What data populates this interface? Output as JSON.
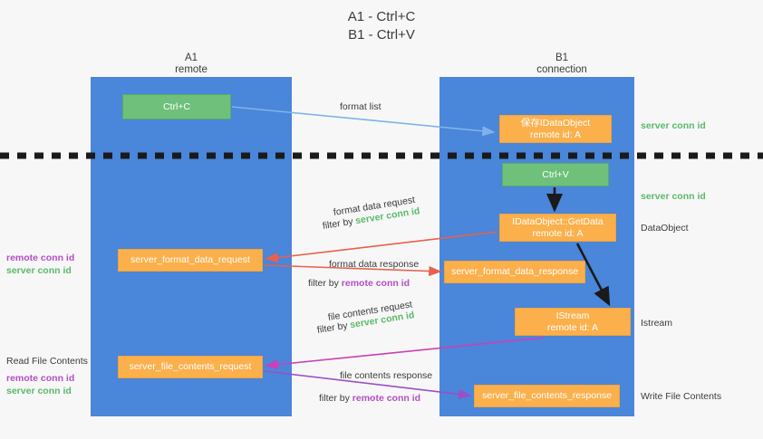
{
  "title": {
    "line1": "A1 - Ctrl+C",
    "line2": "B1 - Ctrl+V"
  },
  "lanes": [
    {
      "name": "A1",
      "sub": "remote",
      "color": "#4a86d9"
    },
    {
      "name": "B1",
      "sub": "connection",
      "color": "#4a86d9"
    }
  ],
  "boxes": {
    "ctrl_c": {
      "line1": "Ctrl+C",
      "color": "#6ec07a"
    },
    "ctrl_v": {
      "line1": "Ctrl+V",
      "color": "#6ec07a"
    },
    "save_dataobject": {
      "line1": "保存IDataObject",
      "line2": "remote id: A",
      "color": "#fbb04c"
    },
    "getdata": {
      "line1": "IDataObject::GetData",
      "line2": "remote id: A",
      "color": "#fbb04c"
    },
    "istream": {
      "line1": "IStream",
      "line2": "remote id: A",
      "color": "#fbb04c"
    },
    "server_format_data_request": {
      "line1": "server_format_data_request",
      "color": "#fbb04c"
    },
    "server_format_data_response": {
      "line1": "server_format_data_response",
      "color": "#fbb04c"
    },
    "server_file_contents_request": {
      "line1": "server_file_contents_request",
      "color": "#fbb04c"
    },
    "server_file_contents_response": {
      "line1": "server_file_contents_response",
      "color": "#fbb04c"
    }
  },
  "right_labels": {
    "server_conn_id_1": "server conn id",
    "server_conn_id_2": "server conn id",
    "dataobject": "DataObject",
    "istream": "Istream",
    "write_file_contents": "Write File Contents"
  },
  "left_labels": {
    "remote_conn_id_1": "remote conn id",
    "server_conn_id_1": "server conn id",
    "read_file_contents": "Read File Contents",
    "remote_conn_id_2": "remote conn id",
    "server_conn_id_2": "server conn id"
  },
  "arrow_labels": {
    "format_list": "format list",
    "format_data_request": "format data request",
    "format_data_request_filter_prefix": "filter by ",
    "format_data_request_filter_value": "server conn id",
    "format_data_response": "format data response",
    "format_data_response_filter_prefix": "filter by ",
    "format_data_response_filter_value": "remote conn id",
    "file_contents_request": "file contents request",
    "file_contents_request_filter_prefix": "filter by ",
    "file_contents_request_filter_value": "server conn id",
    "file_contents_response": "file contents response",
    "file_contents_response_filter_prefix": "filter by ",
    "file_contents_response_filter_value": "remote conn id"
  },
  "colors": {
    "lane": "#4a86d9",
    "green_box": "#6ec07a",
    "orange_box": "#fbb04c",
    "green_text": "#5bb96b",
    "purple_text": "#b44fc4",
    "light_blue_arrow": "#7fb3e8",
    "red_arrow": "#e8604c",
    "magenta_arrow": "#cc3fb8",
    "purple_arrow": "#9b4fc9",
    "black_arrow": "#1a1a1a",
    "divider": "#1a1a1a"
  }
}
